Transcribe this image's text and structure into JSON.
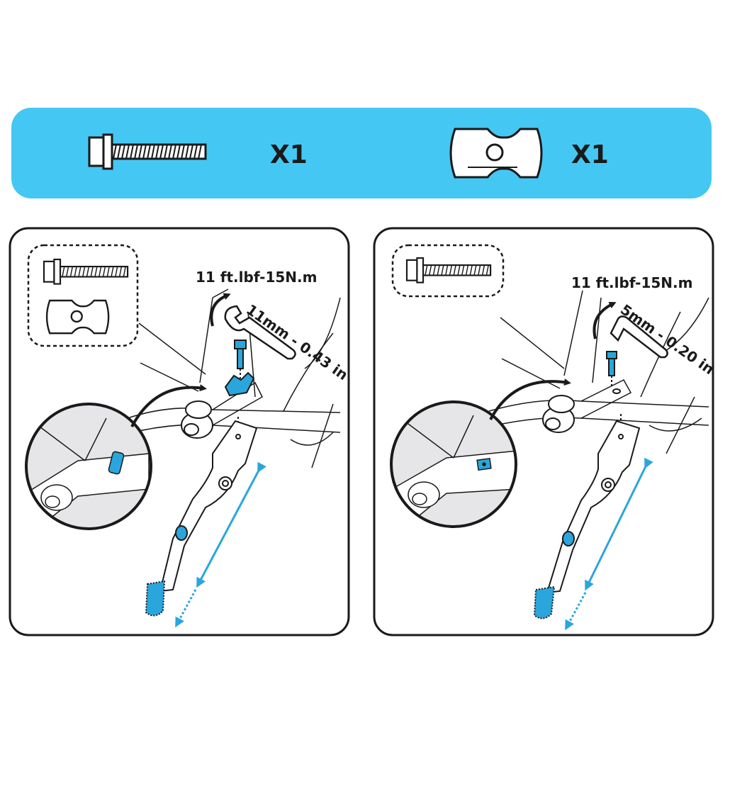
{
  "parts_banner": {
    "background_color": "#45c7f3",
    "items": [
      {
        "icon": "flange-bolt-icon",
        "quantity": "X1"
      },
      {
        "icon": "stand-clamp-plate-icon",
        "quantity": "X1"
      }
    ]
  },
  "steps": [
    {
      "parts_box_icons": [
        "flange-bolt-icon",
        "stand-clamp-plate-icon"
      ],
      "torque": "11 ft.lbf-15N.m",
      "tool_icon": "open-wrench-icon",
      "tool_size": "11mm - 0.43 in"
    },
    {
      "parts_box_icons": [
        "flange-bolt-icon"
      ],
      "torque": "11 ft.lbf-15N.m",
      "tool_icon": "hex-key-icon",
      "tool_size": "5mm - 0.20 in"
    }
  ],
  "colors": {
    "accent_blue": "#45c7f3",
    "part_blue": "#2aa6dc",
    "line_black": "#1a1a1a",
    "zoom_gray": "#e6e6e8"
  }
}
